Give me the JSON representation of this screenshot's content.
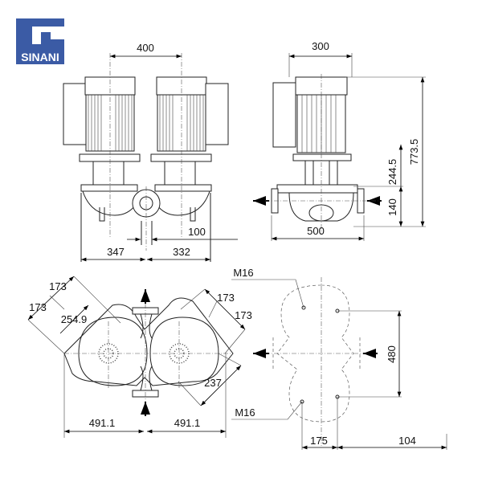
{
  "logo": {
    "text": "SINANI",
    "color": "#3B5BA5"
  },
  "front_view": {
    "motor_spacing": "400",
    "port_offset": "100",
    "left_width": "347",
    "right_width": "332"
  },
  "side_view": {
    "top_width": "300",
    "total_height": "773.5",
    "flange_height": "244.5",
    "base_height": "140",
    "base_width": "500"
  },
  "top_view": {
    "flange_a1": "173",
    "flange_a2": "173",
    "flange_diag": "254.9",
    "flange_b1": "173",
    "flange_b2": "173",
    "side_237": "237",
    "half_width_left": "491.1",
    "half_width_right": "491.1"
  },
  "base_view": {
    "bolt_top": "M16",
    "bolt_bottom": "M16",
    "depth": "480",
    "bolt_spacing": "175",
    "offset": "104"
  }
}
